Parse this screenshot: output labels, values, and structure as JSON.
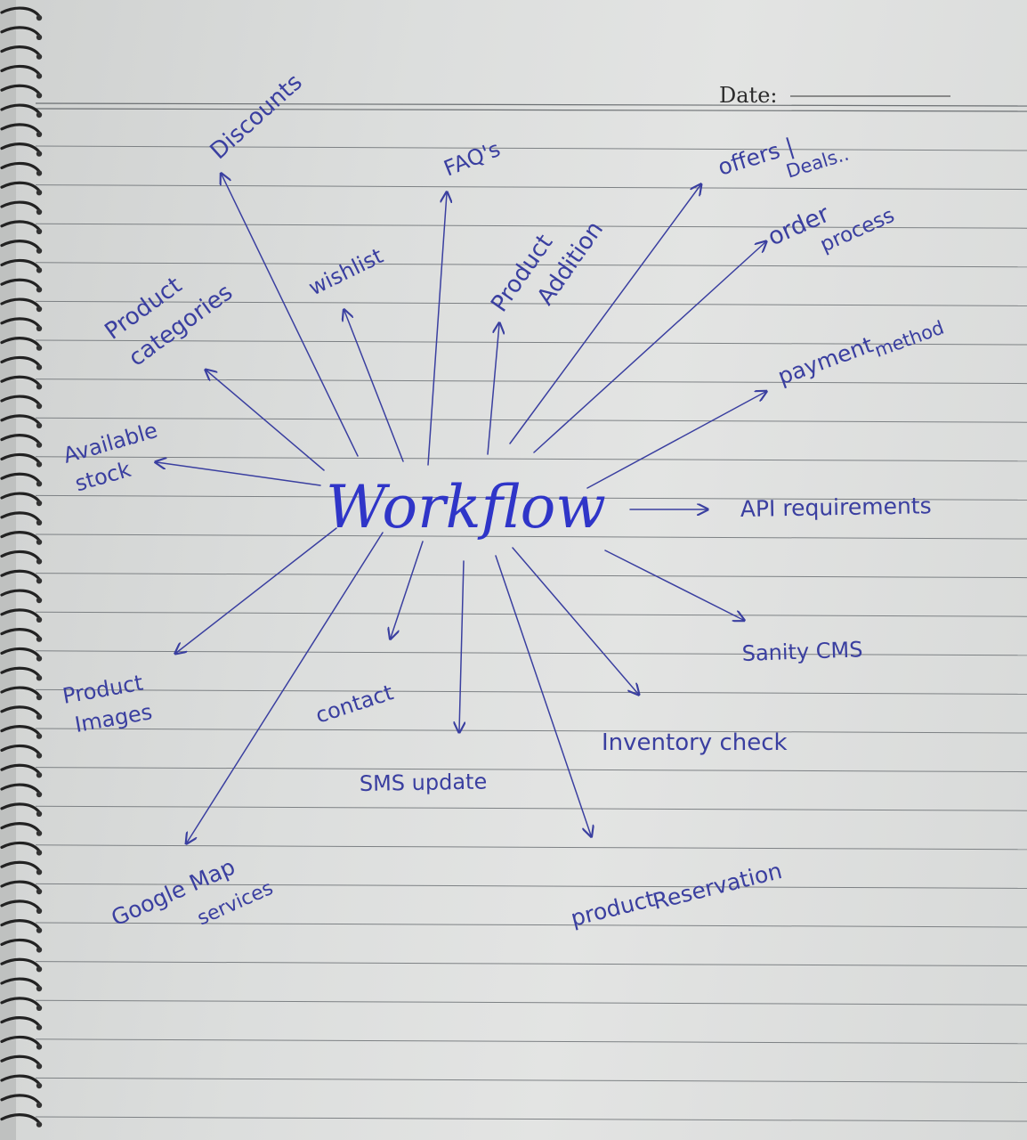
{
  "page": {
    "date_label": "Date:"
  },
  "diagram": {
    "center": "Workflow",
    "ink_color": "#3a3fa0",
    "center_color": "#2f35c8",
    "nodes": [
      {
        "id": "discounts",
        "lines": [
          "Discounts"
        ]
      },
      {
        "id": "faqs",
        "lines": [
          "FAQ's"
        ]
      },
      {
        "id": "offers-deals",
        "lines": [
          "offers |",
          "Deals.."
        ]
      },
      {
        "id": "order-process",
        "lines": [
          "order",
          "process"
        ]
      },
      {
        "id": "product-categories",
        "lines": [
          "Product",
          "categories"
        ]
      },
      {
        "id": "wishlist",
        "lines": [
          "wishlist"
        ]
      },
      {
        "id": "product-addition",
        "lines": [
          "Product",
          "Addition"
        ]
      },
      {
        "id": "payment-method",
        "lines": [
          "payment",
          "method"
        ]
      },
      {
        "id": "available-stock",
        "lines": [
          "Available",
          "stock"
        ]
      },
      {
        "id": "api-requirements",
        "lines": [
          "API requirements"
        ]
      },
      {
        "id": "sanity-cms",
        "lines": [
          "Sanity CMS"
        ]
      },
      {
        "id": "product-images",
        "lines": [
          "Product",
          "Images"
        ]
      },
      {
        "id": "contact",
        "lines": [
          "contact"
        ]
      },
      {
        "id": "inventory-check",
        "lines": [
          "Inventory check"
        ]
      },
      {
        "id": "sms-update",
        "lines": [
          "SMS update"
        ]
      },
      {
        "id": "google-map-services",
        "lines": [
          "Google Map",
          "services"
        ]
      },
      {
        "id": "product-reservation",
        "lines": [
          "product",
          "Reservation"
        ]
      }
    ]
  }
}
